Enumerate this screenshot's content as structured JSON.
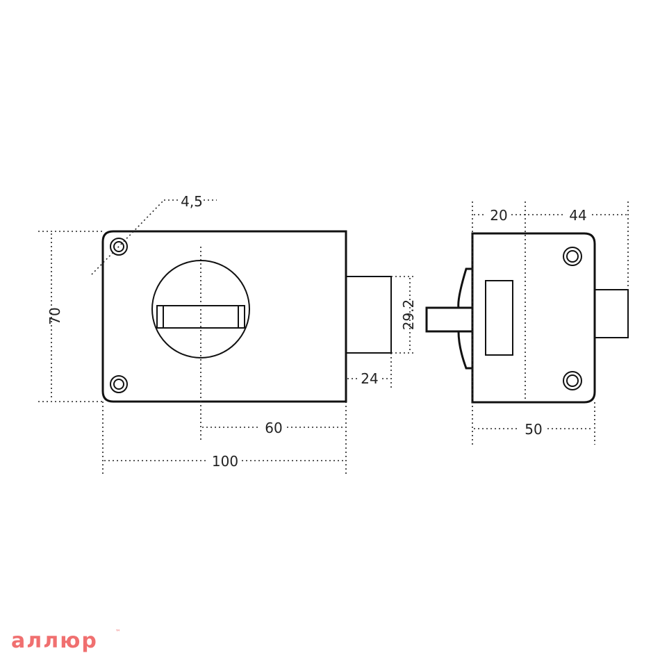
{
  "front_view": {
    "dimensions": {
      "height": "70",
      "hole": "4,5",
      "bolt_height": "29.2",
      "bolt_length": "24",
      "backset": "60",
      "width": "100"
    }
  },
  "side_view": {
    "dimensions": {
      "front_part": "20",
      "back_part": "44",
      "depth": "50"
    }
  },
  "logo": {
    "text": "аллюр",
    "trademark": "™"
  }
}
